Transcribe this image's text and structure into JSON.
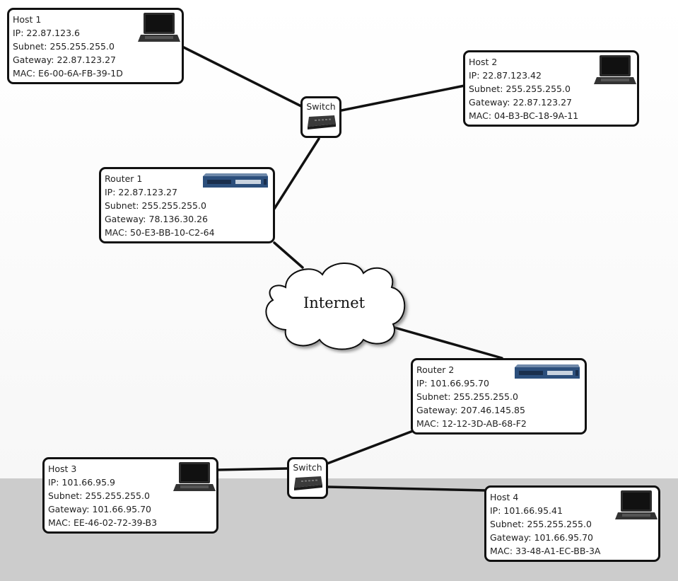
{
  "nodes": {
    "host1": {
      "title": "Host 1",
      "ip": "IP: 22.87.123.6",
      "subnet": "Subnet: 255.255.255.0",
      "gateway": "Gateway: 22.87.123.27",
      "mac": "MAC: E6-00-6A-FB-39-1D"
    },
    "host2": {
      "title": "Host 2",
      "ip": "IP: 22.87.123.42",
      "subnet": "Subnet: 255.255.255.0",
      "gateway": "Gateway: 22.87.123.27",
      "mac": "MAC: 04-B3-BC-18-9A-11"
    },
    "router1": {
      "title": "Router 1",
      "ip": "IP: 22.87.123.27",
      "subnet": "Subnet: 255.255.255.0",
      "gateway": "Gateway: 78.136.30.26",
      "mac": "MAC: 50-E3-BB-10-C2-64"
    },
    "router2": {
      "title": "Router 2",
      "ip": "IP: 101.66.95.70",
      "subnet": "Subnet: 255.255.255.0",
      "gateway": "Gateway: 207.46.145.85",
      "mac": "MAC: 12-12-3D-AB-68-F2"
    },
    "host3": {
      "title": "Host 3",
      "ip": "IP: 101.66.95.9",
      "subnet": "Subnet: 255.255.255.0",
      "gateway": "Gateway: 101.66.95.70",
      "mac": "MAC: EE-46-02-72-39-B3"
    },
    "host4": {
      "title": "Host 4",
      "ip": "IP: 101.66.95.41",
      "subnet": "Subnet: 255.255.255.0",
      "gateway": "Gateway: 101.66.95.70",
      "mac": "MAC: 33-48-A1-EC-BB-3A"
    }
  },
  "switches": {
    "switch1": {
      "label": "Switch"
    },
    "switch2": {
      "label": "Switch"
    }
  },
  "internet": {
    "label": "Internet"
  },
  "colors": {
    "line": "#111111",
    "bottom_band": "#cccccc",
    "router_blue": "#2c4f7c"
  },
  "icons": {
    "host": "laptop-icon",
    "router": "router-icon",
    "switch": "switch-icon",
    "internet": "cloud-icon"
  }
}
